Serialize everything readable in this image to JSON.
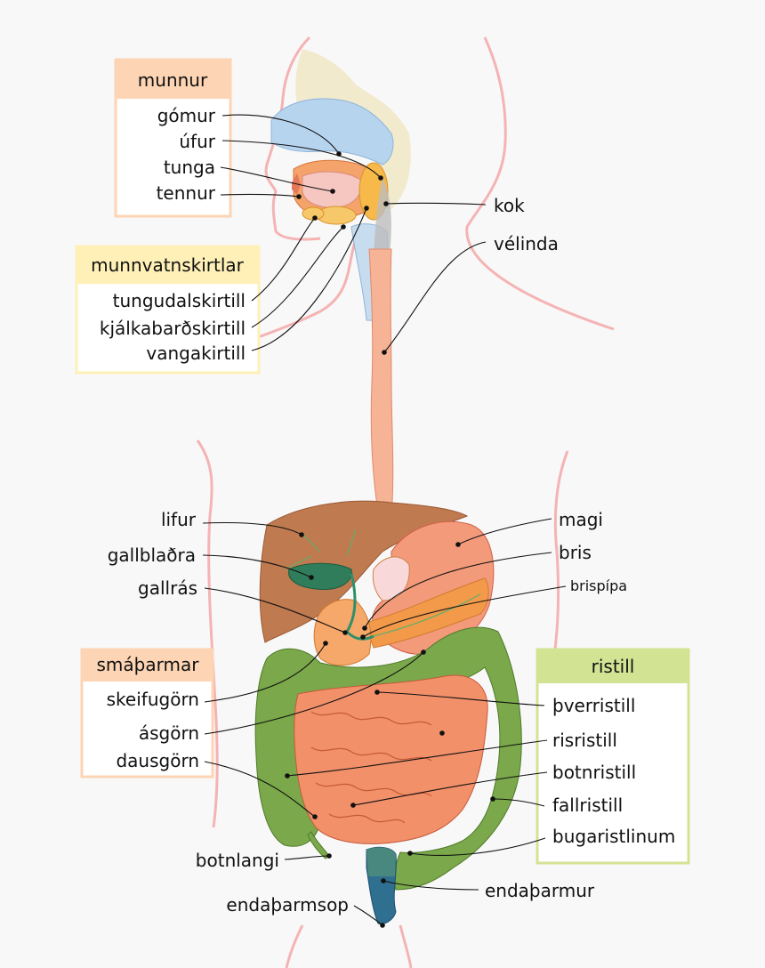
{
  "groups": {
    "munnur": {
      "title": "munnur",
      "color": "#fdd5b4",
      "items": [
        "gómur",
        "úfur",
        "tunga",
        "tennur"
      ]
    },
    "munnvatnskirtlar": {
      "title": "munnvatnskirtlar",
      "color": "#fef0b6",
      "items": [
        "tungudalskirtill",
        "kjálkabarðskirtill",
        "vangakirtill"
      ]
    },
    "smathar": {
      "title": "smáþarmar",
      "color": "#fdd5b4",
      "items": [
        "skeifugörn",
        "ásgörn",
        "dausgörn"
      ]
    },
    "ristill": {
      "title": "ristill",
      "color": "#d3e394",
      "items": [
        "þverristill",
        "risristill",
        "botnristill",
        "fallristill",
        "bugaristlinum"
      ]
    }
  },
  "labels": {
    "kok": "kok",
    "velinda": "vélinda",
    "lifur": "lifur",
    "gallbladra": "gallblaðra",
    "gallras": "gallrás",
    "magi": "magi",
    "bris": "bris",
    "brispipa": "brispípa",
    "botnlangi": "botnlangi",
    "endatharmur": "endaþarmur",
    "endatharmsop": "endaþarmsop"
  },
  "colors": {
    "body_outline": "#f5b3b3",
    "liver": "#c97c52",
    "gallbladder": "#2f7d5a",
    "stomach": "#f39a7a",
    "pancreas": "#f39a4a",
    "small_intestine": "#f2906a",
    "colon": "#7aa84a",
    "esophagus": "#f6b396",
    "rectum": "#2f6f8f",
    "palate": "#b7d4ef",
    "salivary": "#f6b94a"
  }
}
